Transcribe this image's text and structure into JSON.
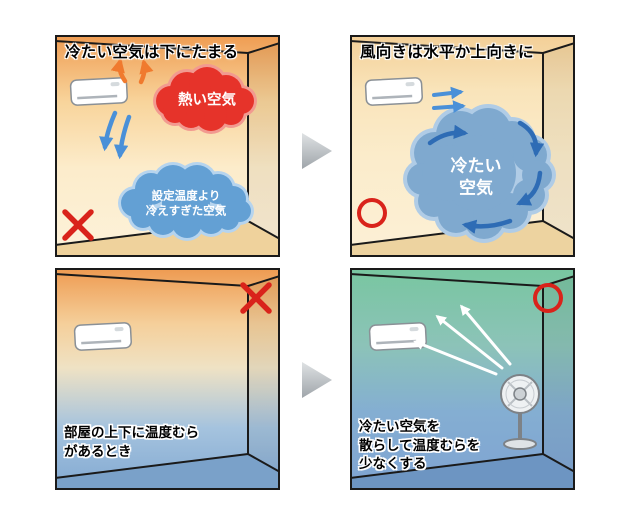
{
  "panels": {
    "p1": {
      "name": "cold-air-collects-below",
      "title": "冷たい空気は下にたまる",
      "hot_air_label": "熱い空気",
      "overcooled_line1": "設定温度より",
      "overcooled_line2": "冷えすぎた空気",
      "mark": "incorrect"
    },
    "p2": {
      "name": "wind-direction-horizontal-or-up",
      "title": "風向きは水平か上向きに",
      "cloud_line1": "冷たい",
      "cloud_line2": "空気",
      "mark": "correct"
    },
    "p3": {
      "name": "room-temperature-unevenness",
      "caption_line1": "部屋の上下に温度むら",
      "caption_line2": "があるとき",
      "mark": "incorrect"
    },
    "p4": {
      "name": "fan-scatters-cold-air",
      "caption_line1": "冷たい空気を",
      "caption_line2": "散らして温度むらを",
      "caption_line3": "少なくする",
      "mark": "correct"
    }
  },
  "icons": {
    "incorrect_mark": "x-cross",
    "correct_mark": "circle-outline",
    "flow_arrow": "triangle-right",
    "air_conditioner": "wall-ac-unit",
    "electric_fan": "stand-fan"
  },
  "colors": {
    "mark_red": "#d9231b",
    "hot_cloud": "#e6332a",
    "overcooled_cloud": "#63a0d4",
    "big_cold_cloud": "#7fa9cf",
    "circulation_arrow": "#2e6cb5",
    "ac_airflow_arrow": "#4a90d8",
    "heat_arrow": "#f07a2e",
    "flow_arrow_fill": "#b9bec3"
  }
}
